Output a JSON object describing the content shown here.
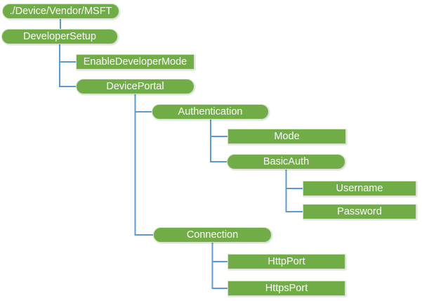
{
  "diagram": {
    "type": "tree",
    "colors": {
      "node_fill": "#70AD47",
      "node_border": "#D9E3CE",
      "node_text": "#FFFFFF",
      "connector": "#5B9BD5",
      "background": "#FFFFFF"
    },
    "nodes": [
      {
        "label": "./Device/Vendor/MSFT",
        "shape": "rounded",
        "parent": null
      },
      {
        "label": "DeveloperSetup",
        "shape": "rounded",
        "parent": "./Device/Vendor/MSFT"
      },
      {
        "label": "EnableDeveloperMode",
        "shape": "rect",
        "parent": "DeveloperSetup"
      },
      {
        "label": "DevicePortal",
        "shape": "rounded",
        "parent": "DeveloperSetup"
      },
      {
        "label": "Authentication",
        "shape": "rounded",
        "parent": "DevicePortal"
      },
      {
        "label": "Mode",
        "shape": "rect",
        "parent": "Authentication"
      },
      {
        "label": "BasicAuth",
        "shape": "rounded",
        "parent": "Authentication"
      },
      {
        "label": "Username",
        "shape": "rect",
        "parent": "BasicAuth"
      },
      {
        "label": "Password",
        "shape": "rect",
        "parent": "BasicAuth"
      },
      {
        "label": "Connection",
        "shape": "rounded",
        "parent": "DevicePortal"
      },
      {
        "label": "HttpPort",
        "shape": "rect",
        "parent": "Connection"
      },
      {
        "label": "HttpsPort",
        "shape": "rect",
        "parent": "Connection"
      }
    ]
  }
}
